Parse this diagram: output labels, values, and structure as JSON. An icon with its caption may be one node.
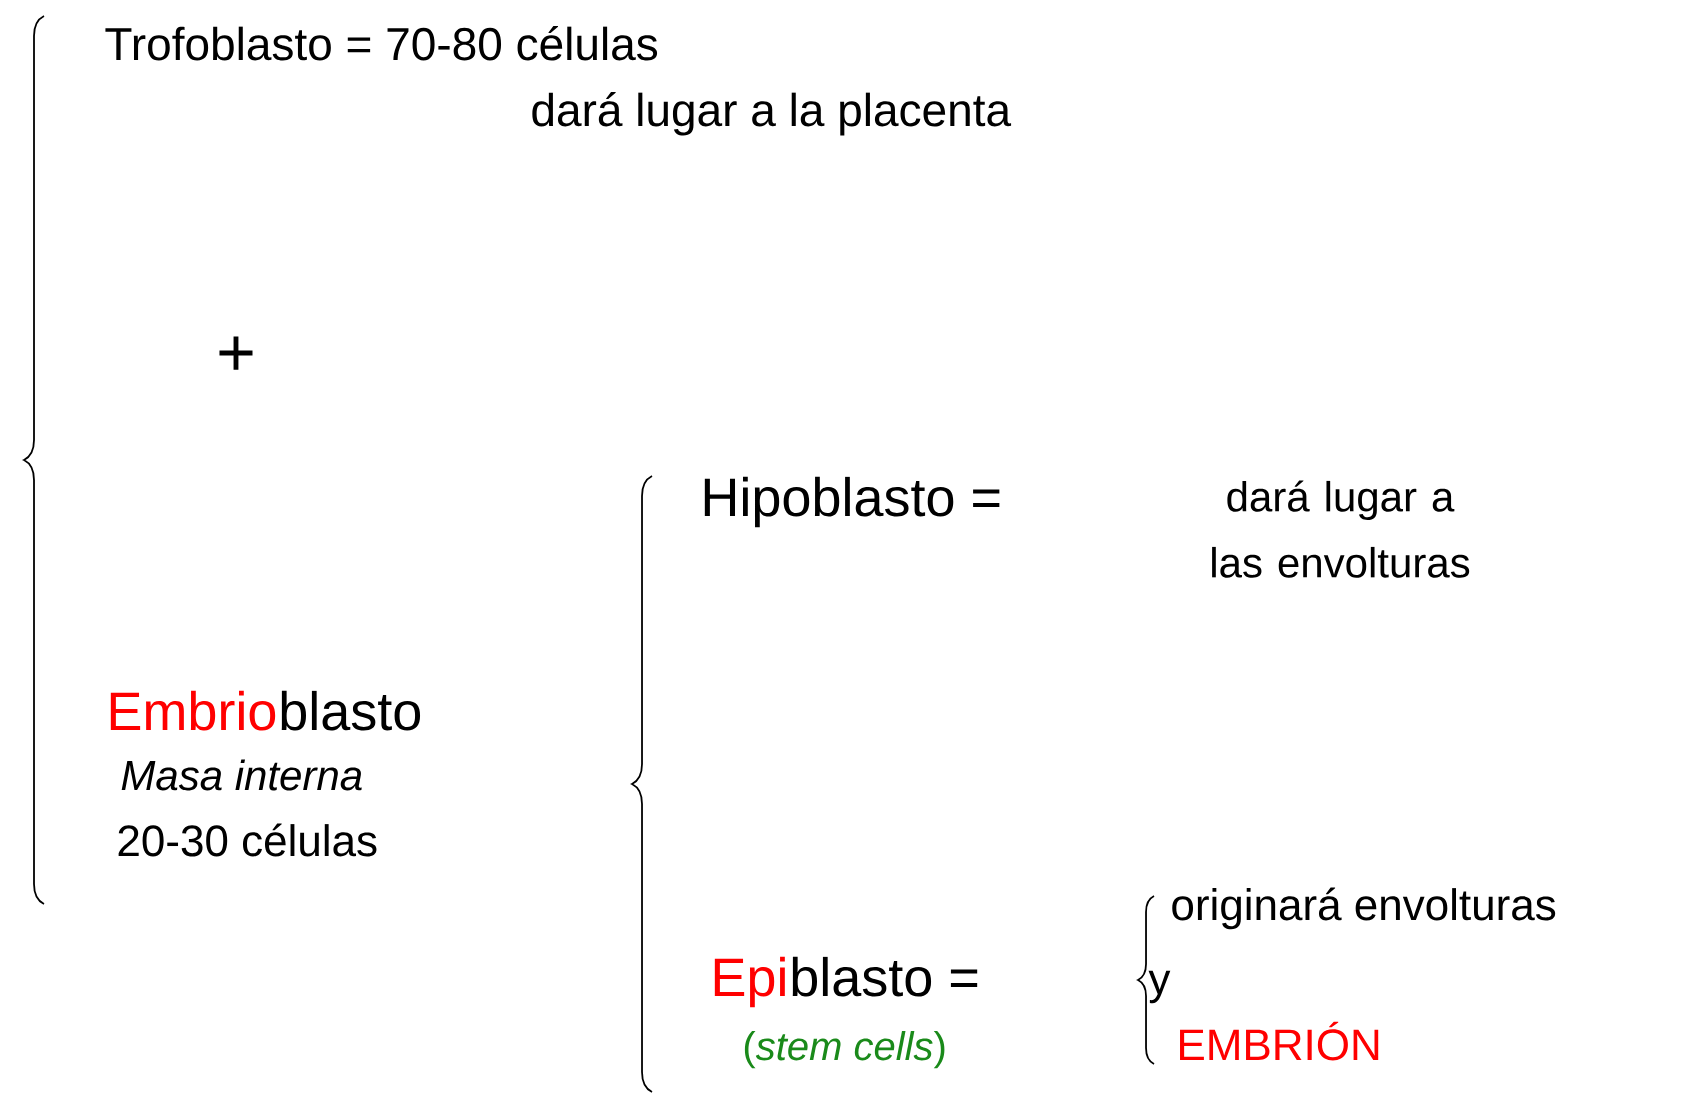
{
  "diagram": {
    "labels": [
      "Trofoblasto = 70-80 células",
      "dará lugar a la placenta",
      "+",
      "Hipoblasto =",
      "dará lugar a las envolturas",
      "Embrio",
      "blasto",
      "Masa interna",
      "20-30 células",
      "originará envolturas",
      "Epi",
      "blasto =",
      "y",
      "(*stem cells*)",
      "EMBRIÓN"
    ]
  }
}
